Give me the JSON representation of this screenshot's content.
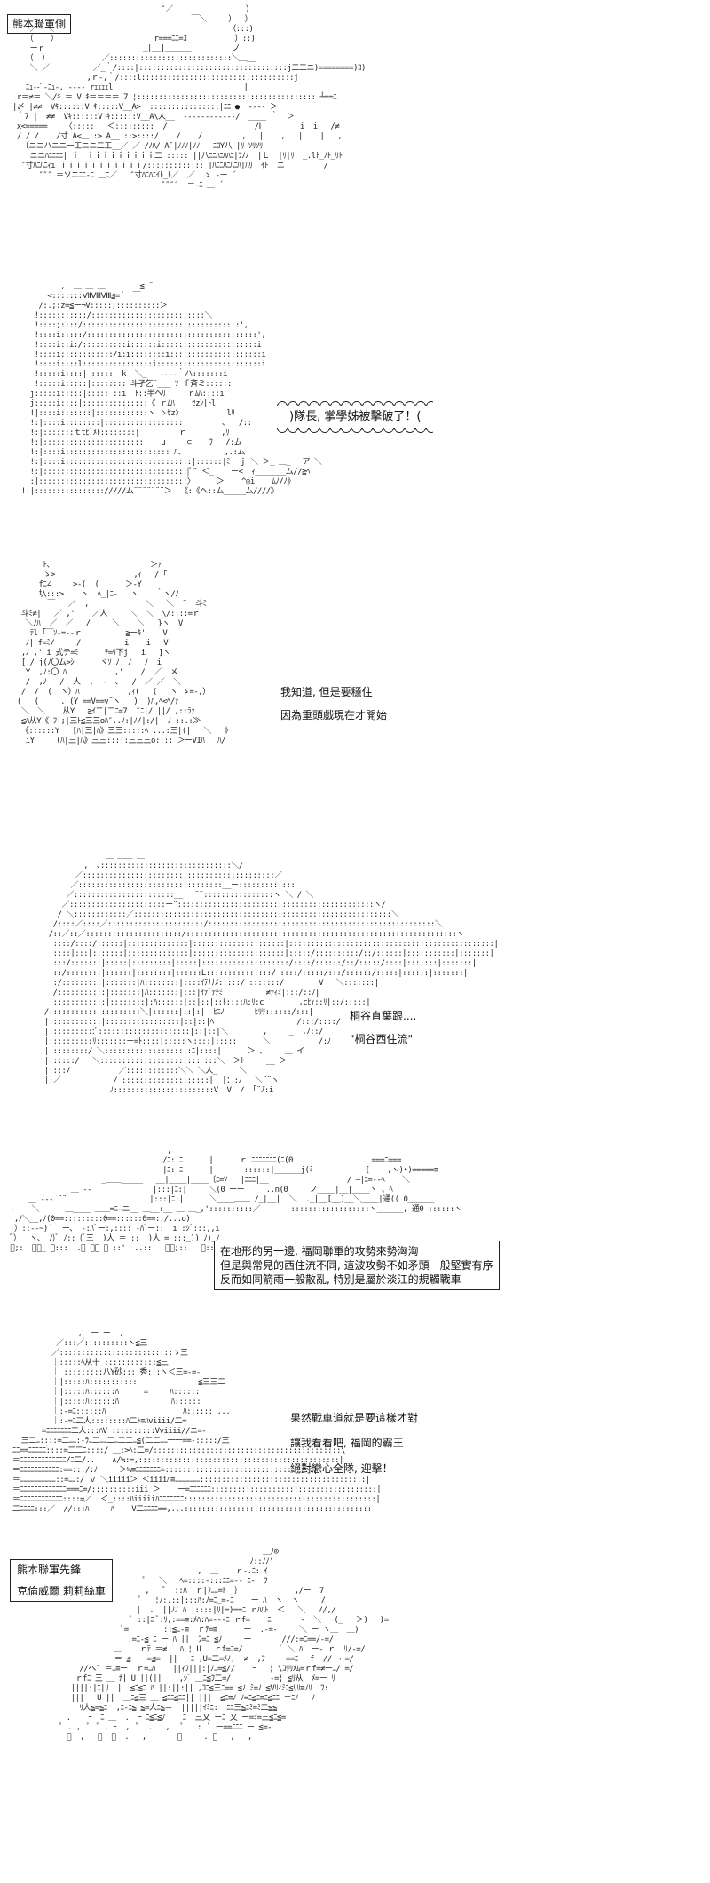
{
  "panels": [
    {
      "id": "p1",
      "box_label": "熊本聯軍側"
    },
    {
      "id": "p2",
      "bubble": ")隊長, 掌學姊被擊破了！("
    },
    {
      "id": "p3",
      "lines": [
        "我知道, 但是要穩住",
        "因為重頭戲現在才開始"
      ]
    },
    {
      "id": "p4",
      "lines": [
        "桐谷直葉跟....",
        "\"桐谷西住流\""
      ]
    },
    {
      "id": "p5",
      "narration": [
        "在地形的另一邊, 福岡聯軍的攻勢來勢洶洶",
        "但是與常見的西住流不同, 這波攻勢不如矛頭一般堅實有序",
        "反而如同箭雨一般散亂, 特別是屬於淡江的規觸戰車"
      ]
    },
    {
      "id": "p6",
      "lines": [
        "果然戰車道就是要這樣才對",
        "讓我看看吧, 福岡的霸王",
        "絕對戀心全隊, 迎擊！"
      ]
    },
    {
      "id": "p7",
      "box_label_lines": [
        "熊本聯軍先鋒",
        "克倫威爾 莉莉絲車"
      ]
    }
  ]
}
